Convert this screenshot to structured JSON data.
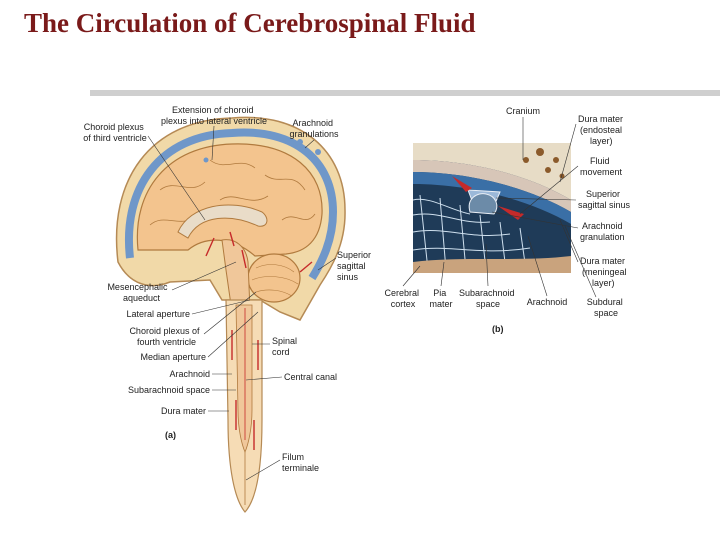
{
  "title": "The Circulation of Cerebrospinal Fluid",
  "panel_a": {
    "tag": "(a)",
    "labels": {
      "extension": [
        "Extension of choroid",
        "plexus into lateral ventricle"
      ],
      "choroid_third": [
        "Choroid plexus",
        "of third ventricle"
      ],
      "arachnoid_gran": [
        "Arachnoid",
        "granulations"
      ],
      "mesencephalic": [
        "Mesencephalic",
        "aqueduct"
      ],
      "lateral_aperture": "Lateral aperture",
      "choroid_fourth": [
        "Choroid plexus of",
        "fourth ventricle"
      ],
      "median_aperture": "Median aperture",
      "arachnoid": "Arachnoid",
      "subarachnoid": "Subarachnoid space",
      "dura": "Dura mater",
      "superior_sinus": [
        "Superior",
        "sagittal",
        "sinus"
      ],
      "spinal_cord": [
        "Spinal",
        "cord"
      ],
      "central_canal": "Central canal",
      "filum": [
        "Filum",
        "terminale"
      ]
    }
  },
  "panel_b": {
    "tag": "(b)",
    "labels": {
      "cranium": "Cranium",
      "dura_endosteal": [
        "Dura mater",
        "(endosteal",
        "layer)"
      ],
      "fluid": [
        "Fluid",
        "movement"
      ],
      "superior_sinus": [
        "Superior",
        "sagittal sinus"
      ],
      "arachnoid_gran": [
        "Arachnoid",
        "granulation"
      ],
      "dura_meningeal": [
        "Dura mater",
        "(meningeal",
        "layer)"
      ],
      "cerebral": [
        "Cerebral",
        "cortex"
      ],
      "pia": [
        "Pia",
        "mater"
      ],
      "subarachnoid": [
        "Subarachnoid",
        "space"
      ],
      "arachnoid": "Arachnoid",
      "subdural": [
        "Subdural",
        "space"
      ]
    }
  },
  "colors": {
    "title": "#7a1a1a",
    "bone": "#f1d9a8",
    "brain": "#f3c48e",
    "csf": "#6f97c9",
    "blood": "#c62a2a",
    "dura": "#3a6fa6"
  }
}
